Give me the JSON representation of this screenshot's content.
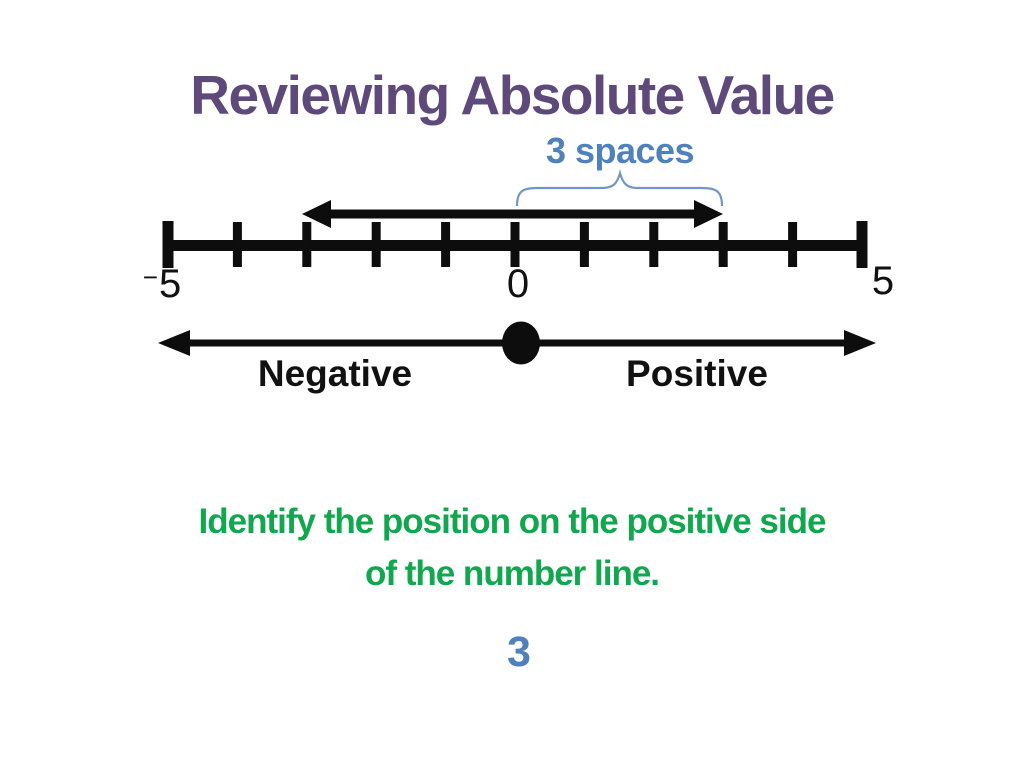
{
  "slide": {
    "title": "Reviewing Absolute Value",
    "title_color": "#5d4a7a",
    "background_color": "#ffffff"
  },
  "brace_annotation": {
    "label": "3 spaces",
    "label_color": "#4f81bd",
    "brace_color": "#7396c7",
    "spans_units": {
      "from": 0,
      "to": 3
    }
  },
  "diagram": {
    "type": "number-line",
    "numberline": {
      "min": -5,
      "max": 5,
      "tick_count": 11,
      "left_end_label": {
        "sign": "−",
        "digit": "5"
      },
      "zero_label": "0",
      "right_end_label": "5"
    },
    "distance_arrow": {
      "from": -3,
      "to": 3
    },
    "direction_line": {
      "negative_label": "Negative",
      "positive_label": "Positive",
      "center_dot_value": 0
    }
  },
  "instruction": {
    "lines": [
      "Identify the position on the positive side",
      "of the number line."
    ],
    "color": "#10a74e"
  },
  "answer": {
    "value": "3",
    "color": "#4f81bd"
  }
}
